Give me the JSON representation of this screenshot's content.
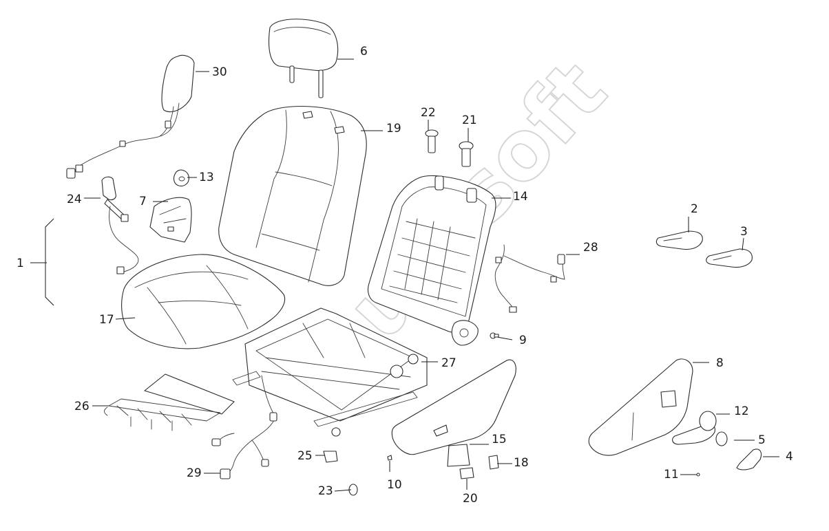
{
  "watermark": "autosoft",
  "callouts": [
    {
      "id": "1",
      "label": "1"
    },
    {
      "id": "2",
      "label": "2"
    },
    {
      "id": "3",
      "label": "3"
    },
    {
      "id": "4",
      "label": "4"
    },
    {
      "id": "5",
      "label": "5"
    },
    {
      "id": "6",
      "label": "6"
    },
    {
      "id": "7",
      "label": "7"
    },
    {
      "id": "8",
      "label": "8"
    },
    {
      "id": "9",
      "label": "9"
    },
    {
      "id": "10",
      "label": "10"
    },
    {
      "id": "11",
      "label": "11"
    },
    {
      "id": "12",
      "label": "12"
    },
    {
      "id": "13",
      "label": "13"
    },
    {
      "id": "14",
      "label": "14"
    },
    {
      "id": "15",
      "label": "15"
    },
    {
      "id": "17",
      "label": "17"
    },
    {
      "id": "18",
      "label": "18"
    },
    {
      "id": "19",
      "label": "19"
    },
    {
      "id": "20",
      "label": "20"
    },
    {
      "id": "21",
      "label": "21"
    },
    {
      "id": "22",
      "label": "22"
    },
    {
      "id": "23",
      "label": "23"
    },
    {
      "id": "24",
      "label": "24"
    },
    {
      "id": "25",
      "label": "25"
    },
    {
      "id": "26",
      "label": "26"
    },
    {
      "id": "27",
      "label": "27"
    },
    {
      "id": "28",
      "label": "28"
    },
    {
      "id": "29",
      "label": "29"
    },
    {
      "id": "30",
      "label": "30"
    }
  ]
}
